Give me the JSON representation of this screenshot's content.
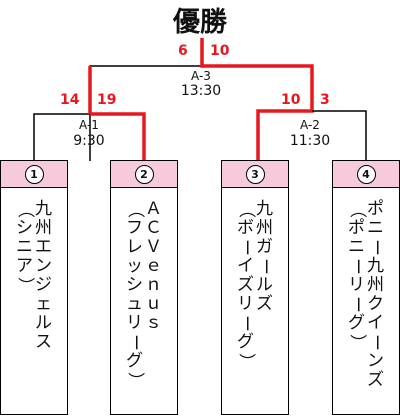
{
  "title": "優勝",
  "matches": [
    {
      "id": "A-1",
      "time": "9:30",
      "score_left": "14",
      "score_right": "19"
    },
    {
      "id": "A-2",
      "time": "11:30",
      "score_left": "10",
      "score_right": "3"
    },
    {
      "id": "A-3",
      "time": "13:30",
      "score_left": "6",
      "score_right": "10"
    }
  ],
  "teams": [
    {
      "num": "1",
      "name_lines": [
        "九州エンジェルス",
        "（シニア）"
      ]
    },
    {
      "num": "2",
      "name_lines": [
        "ＡＣＶｅｎｕｓ",
        "（フレッシュリーグ）"
      ]
    },
    {
      "num": "3",
      "name_lines": [
        "九州ガールズ",
        "（ボーイズリーグ）"
      ]
    },
    {
      "num": "4",
      "name_lines": [
        "ポニー九州クイーンズ",
        "（ポニーリーグ）"
      ]
    }
  ],
  "colors": {
    "winner_line": "#e8161d",
    "team_header": "#f6c9dd",
    "line": "#000000"
  }
}
